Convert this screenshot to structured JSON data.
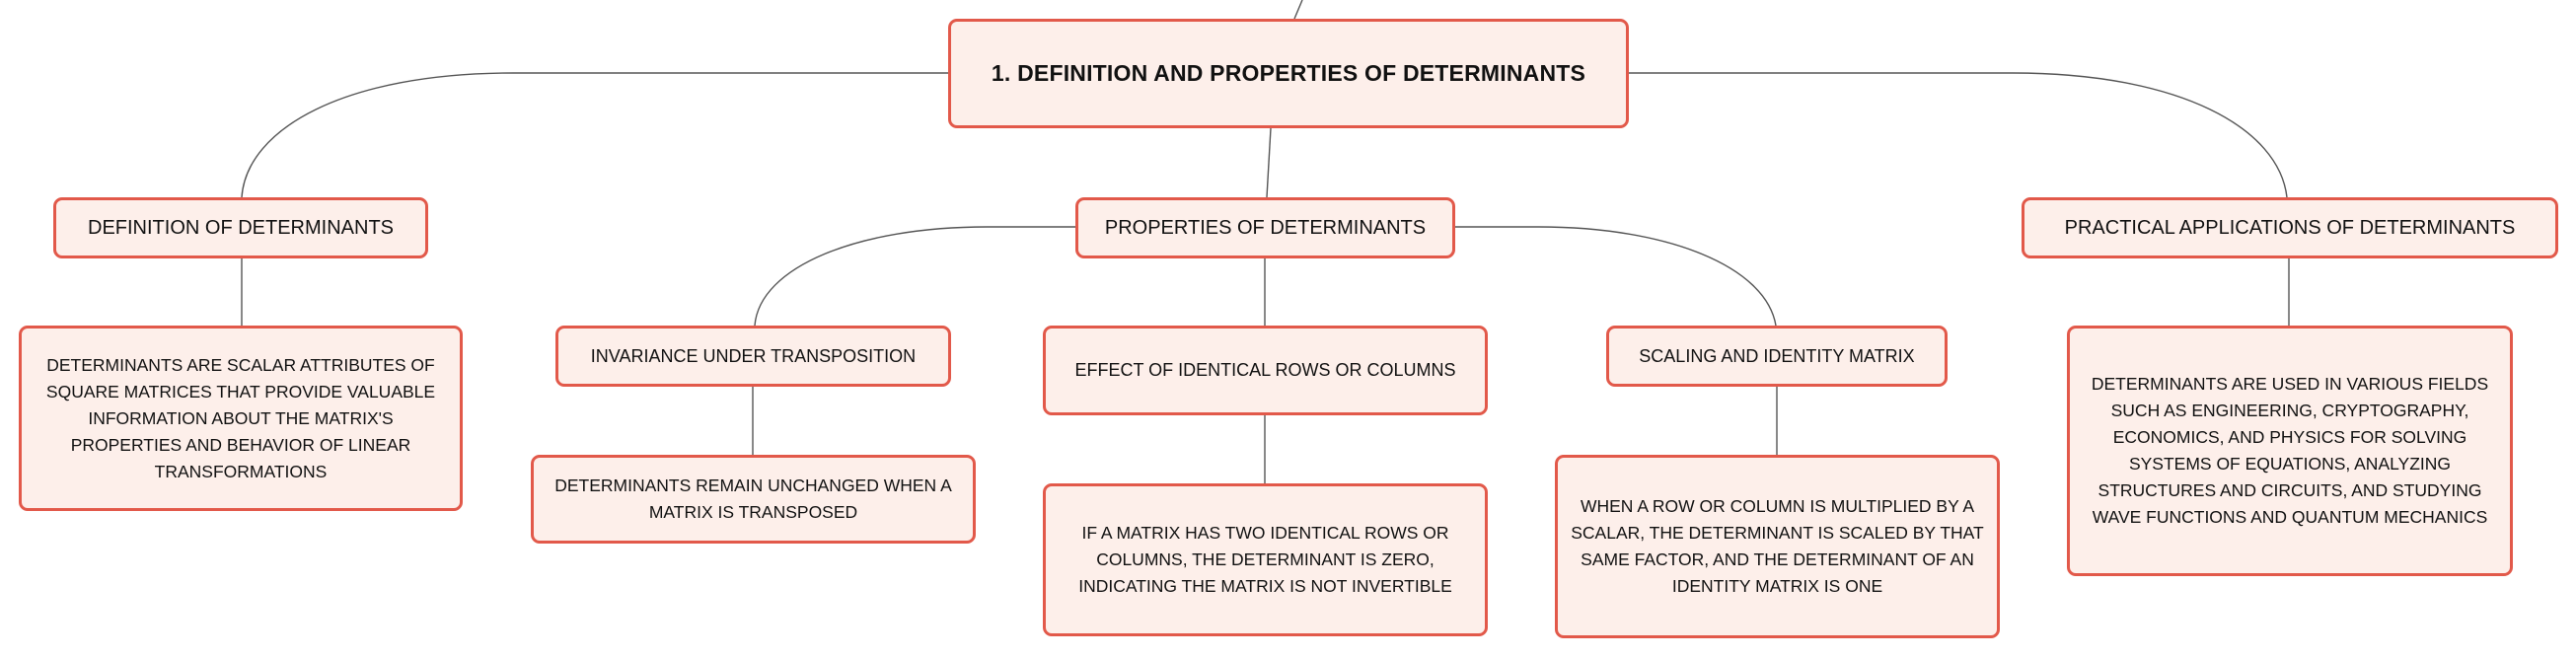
{
  "diagram": {
    "root": {
      "label": "1. Definition and Properties of Determinants"
    },
    "definition": {
      "label": "Definition of Determinants",
      "description": "Determinants are scalar attributes of square matrices that provide valuable information about the matrix's properties and behavior of linear transformations"
    },
    "properties": {
      "label": "Properties of Determinants",
      "invariance": {
        "label": "Invariance Under Transposition",
        "description": "Determinants remain unchanged when a matrix is transposed"
      },
      "identical": {
        "label": "Effect of Identical Rows or Columns",
        "description": "If a matrix has two identical rows or columns, the determinant is zero, indicating the matrix is not invertible"
      },
      "scaling": {
        "label": "Scaling and Identity Matrix",
        "description": "When a row or column is multiplied by a scalar, the determinant is scaled by that same factor, and the determinant of an identity matrix is one"
      }
    },
    "applications": {
      "label": "Practical Applications of Determinants",
      "description": "Determinants are used in various fields such as engineering, cryptography, economics, and physics for solving systems of equations, analyzing structures and circuits, and studying wave functions and quantum mechanics"
    },
    "colors": {
      "node_fill": "#fdefea",
      "node_border": "#e2594a",
      "connector": "#555555",
      "text": "#111111"
    }
  }
}
